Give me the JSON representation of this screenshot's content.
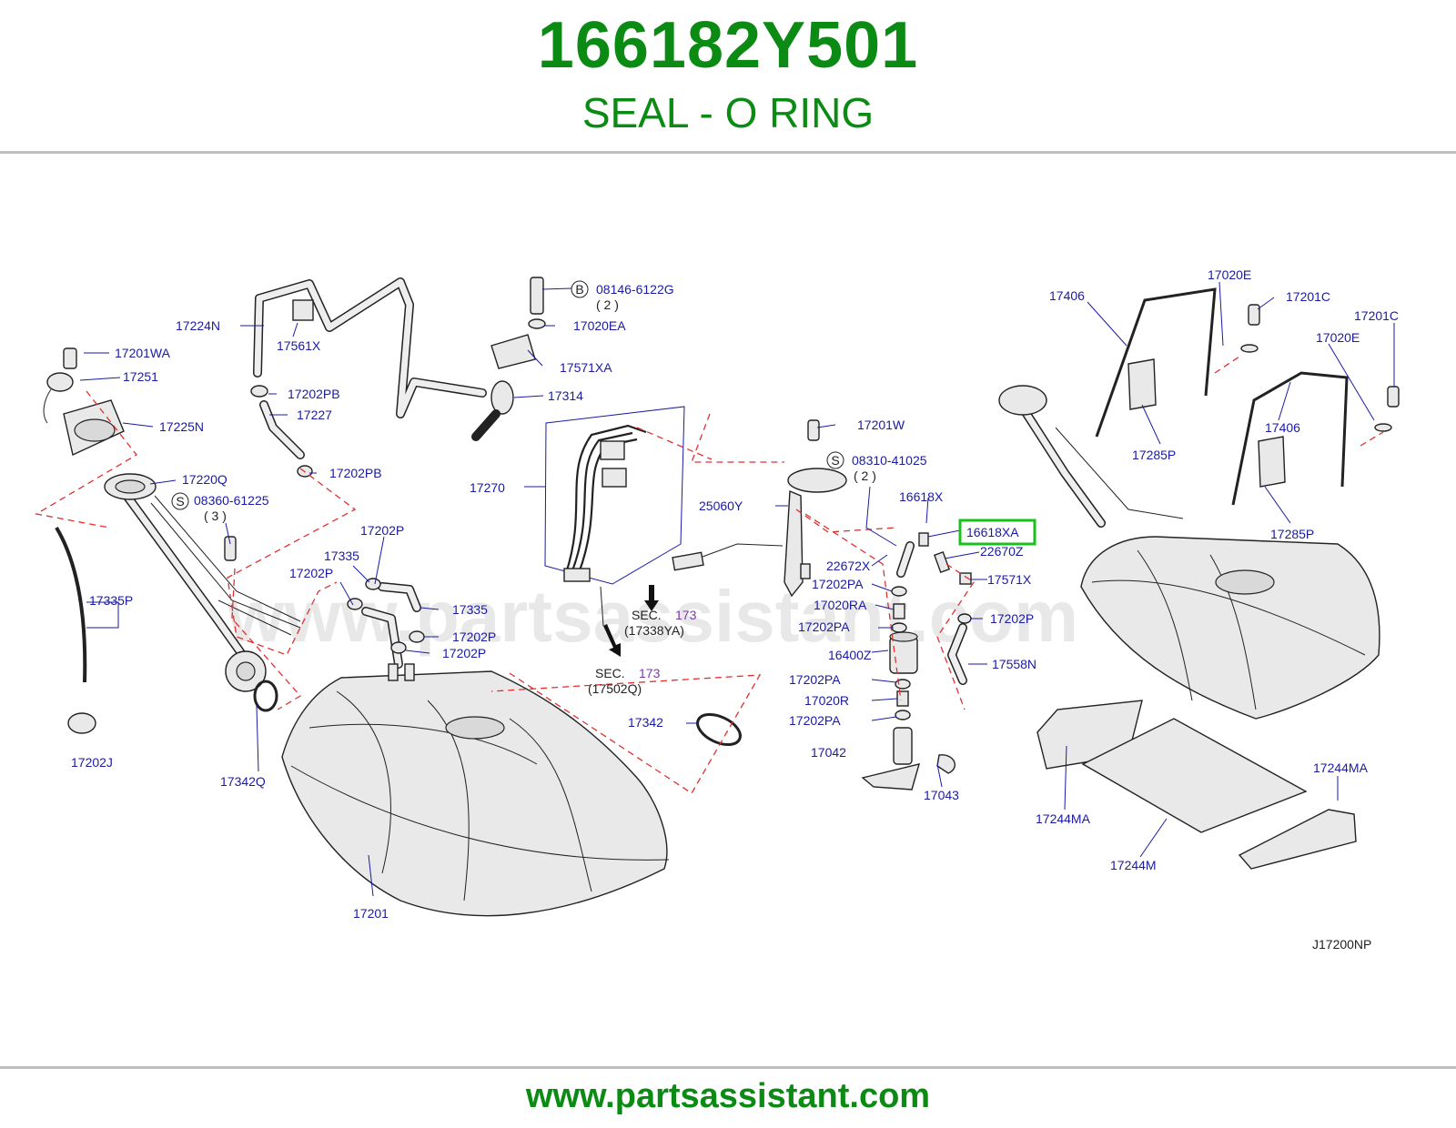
{
  "header": {
    "part_number": "166182Y501",
    "description": "SEAL - O RING"
  },
  "footer": {
    "url": "www.partsassistant.com"
  },
  "watermark": "www.partsassistant.com",
  "diagram_code": "J17200NP",
  "highlight": {
    "label": "16618XA",
    "color": "#18c21c"
  },
  "colors": {
    "brand_green": "#0b8a14",
    "label_blue": "#1a1aa6",
    "dash_red": "#e03030",
    "sec_purple": "#7a3aa6"
  },
  "labels": {
    "p17201WA": "17201WA",
    "p17251": "17251",
    "p17225N": "17225N",
    "p17220Q": "17220Q",
    "p08360": "08360-61225",
    "p08360q": "( 3 )",
    "p17335P": "17335P",
    "p17202J": "17202J",
    "p17342Q": "17342Q",
    "p17224N": "17224N",
    "p17561X": "17561X",
    "p17202PB1": "17202PB",
    "p17227": "17227",
    "p17202PB2": "17202PB",
    "p17202Pa": "17202P",
    "p17335a": "17335",
    "p17202Pb": "17202P",
    "p17335b": "17335",
    "p17202Pc": "17202P",
    "p17202Pd": "17202P",
    "p08146": "08146-6122G",
    "p08146q": "( 2 )",
    "p17020EA": "17020EA",
    "p17571XA": "17571XA",
    "p17314": "17314",
    "p17270": "17270",
    "sec1": "SEC.",
    "sec1n": "173",
    "sec1p": "(17338YA)",
    "sec2": "SEC.",
    "sec2n": "173",
    "sec2p": "(17502Q)",
    "p17342": "17342",
    "p17201": "17201",
    "p17201W": "17201W",
    "p08310": "08310-41025",
    "p08310q": "( 2 )",
    "p25060Y": "25060Y",
    "p16618X": "16618X",
    "p22670Z": "22670Z",
    "p22672X": "22672X",
    "p17571X": "17571X",
    "p17202PA1": "17202PA",
    "p17020RA": "17020RA",
    "p17202PA2": "17202PA",
    "p17202Pe": "17202P",
    "p16400Z": "16400Z",
    "p17558N": "17558N",
    "p17202PA3": "17202PA",
    "p17020R": "17020R",
    "p17202PA4": "17202PA",
    "p17042": "17042",
    "p17043": "17043",
    "p17406a": "17406",
    "p17020Ea": "17020E",
    "p17201Ca": "17201C",
    "p17201Cb": "17201C",
    "p17020Eb": "17020E",
    "p17406b": "17406",
    "p17285Pa": "17285P",
    "p17285Pb": "17285P",
    "p17244MAa": "17244MA",
    "p17244MAb": "17244MA",
    "p17244M": "17244M",
    "pS": "S",
    "pB": "B",
    "pS2": "S"
  }
}
